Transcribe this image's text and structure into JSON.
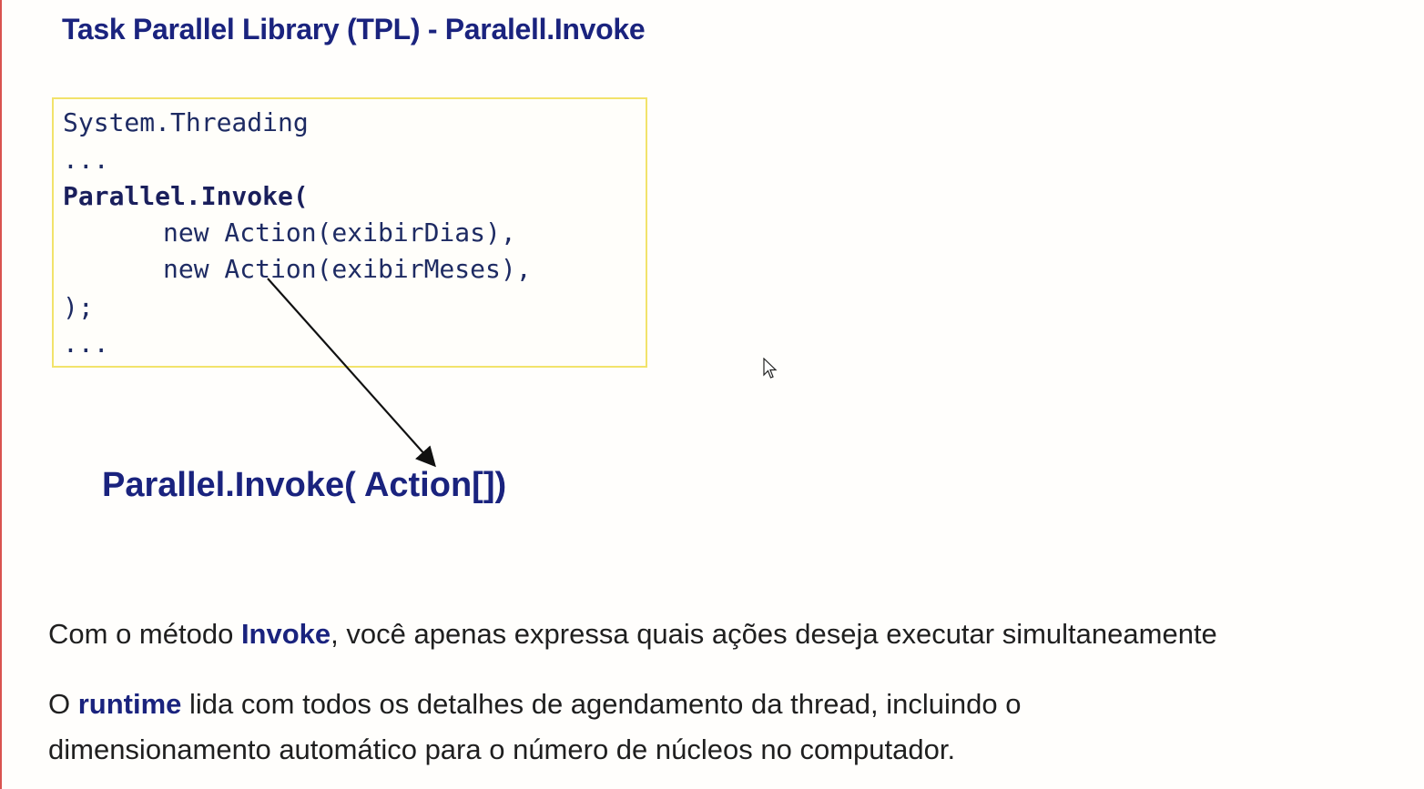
{
  "title": "Task Parallel Library (TPL) - Paralell.Invoke",
  "code": {
    "line1": "System.Threading",
    "line2": "...",
    "line3": "Parallel.Invoke(",
    "line4": "new Action(exibirDias),",
    "line5": "new Action(exibirMeses),",
    "line6": ");",
    "line7": "..."
  },
  "signature": "Parallel.Invoke( Action[])",
  "paragraph1": {
    "before": "Com o método ",
    "highlight": "Invoke",
    "after": ", você apenas expressa quais ações deseja executar simultaneamente"
  },
  "paragraph2": {
    "before": "O ",
    "highlight": "runtime",
    "after": " lida com todos os detalhes de agendamento da thread, incluindo o dimensionamento automático para o número de núcleos no computador."
  },
  "colors": {
    "title": "#1a237e",
    "code_border": "#f2e36b",
    "accent_border": "#d9534f"
  },
  "icons": {
    "cursor": "mouse-pointer-icon",
    "arrow": "arrow-pointer"
  }
}
